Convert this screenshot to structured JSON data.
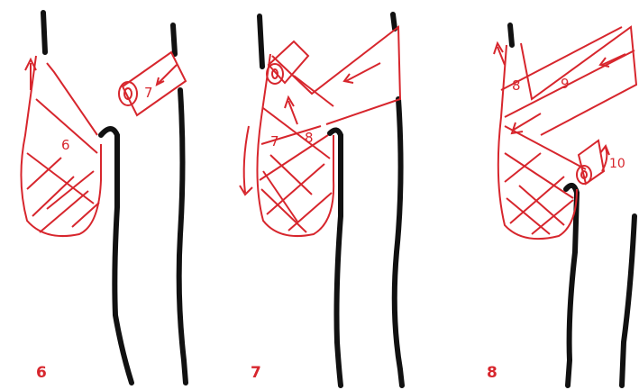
{
  "panels": [
    {
      "caption": "6",
      "labels": {
        "turn": "6",
        "roll": "7"
      }
    },
    {
      "caption": "7",
      "labels": {
        "turn_a": "7",
        "turn_b": "8"
      }
    },
    {
      "caption": "8",
      "labels": {
        "turn_a": "8",
        "turn_b": "9",
        "turn_c": "10"
      }
    }
  ],
  "colors": {
    "outline": "#111111",
    "bandage": "#d7262d",
    "background": "#ffffff"
  }
}
